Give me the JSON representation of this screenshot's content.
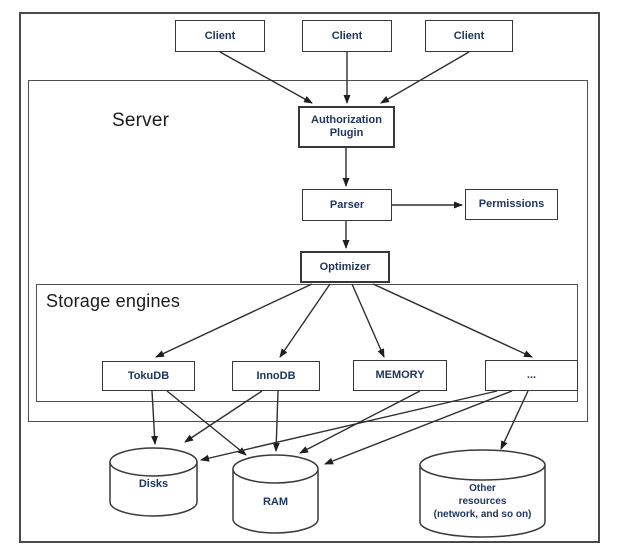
{
  "diagram": {
    "title_labels": {
      "server": "Server",
      "storage_engines": "Storage engines"
    },
    "nodes": {
      "client1": {
        "label": "Client"
      },
      "client2": {
        "label": "Client"
      },
      "client3": {
        "label": "Client"
      },
      "authorization_plugin": {
        "label_line1": "Authorization",
        "label_line2": "Plugin"
      },
      "parser": {
        "label": "Parser"
      },
      "permissions": {
        "label": "Permissions"
      },
      "optimizer": {
        "label": "Optimizer"
      },
      "tokudb": {
        "label": "TokuDB"
      },
      "innodb": {
        "label": "InnoDB"
      },
      "memory": {
        "label": "MEMORY"
      },
      "more_engines": {
        "label": "..."
      },
      "disks": {
        "label": "Disks"
      },
      "ram": {
        "label": "RAM"
      },
      "other_resources": {
        "label_line1": "Other",
        "label_line2": "resources",
        "label_line3": "(network, and so on)"
      }
    },
    "edges": [
      {
        "from": "client1",
        "to": "authorization_plugin"
      },
      {
        "from": "client2",
        "to": "authorization_plugin"
      },
      {
        "from": "client3",
        "to": "authorization_plugin"
      },
      {
        "from": "authorization_plugin",
        "to": "parser"
      },
      {
        "from": "parser",
        "to": "permissions"
      },
      {
        "from": "parser",
        "to": "optimizer"
      },
      {
        "from": "optimizer",
        "to": "tokudb"
      },
      {
        "from": "optimizer",
        "to": "innodb"
      },
      {
        "from": "optimizer",
        "to": "memory"
      },
      {
        "from": "optimizer",
        "to": "more_engines"
      },
      {
        "from": "tokudb",
        "to": "disks"
      },
      {
        "from": "tokudb",
        "to": "ram"
      },
      {
        "from": "innodb",
        "to": "disks"
      },
      {
        "from": "innodb",
        "to": "ram"
      },
      {
        "from": "memory",
        "to": "ram"
      },
      {
        "from": "more_engines",
        "to": "disks"
      },
      {
        "from": "more_engines",
        "to": "ram"
      },
      {
        "from": "more_engines",
        "to": "other_resources"
      }
    ],
    "colors": {
      "background": "#ffffff",
      "line": "#2e2e2e",
      "box_border": "#383838",
      "node_label": "#21365e",
      "heading": "#1c1c1c"
    }
  }
}
